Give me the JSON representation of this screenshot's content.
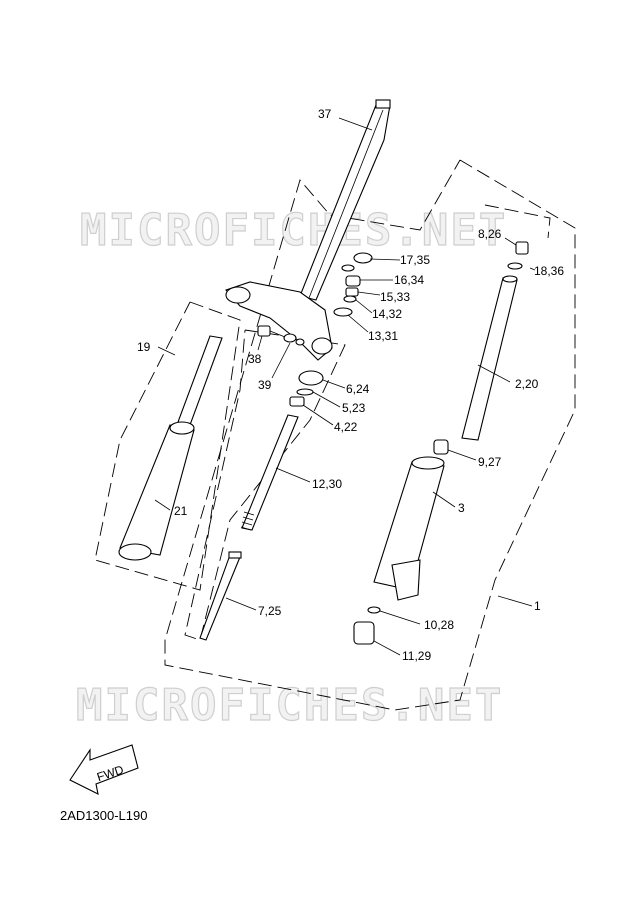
{
  "watermark": "MICROFICHES.NET",
  "diagram_code": "2AD1300-L190",
  "fwd_label": "FWD",
  "callouts": [
    "37",
    "8,26",
    "17,35",
    "16,34",
    "18,36",
    "15,33",
    "14,32",
    "13,31",
    "19",
    "38",
    "39",
    "2,20",
    "6,24",
    "5,23",
    "4,22",
    "9,27",
    "12,30",
    "3",
    "21",
    "1",
    "7,25",
    "10,28",
    "11,29"
  ]
}
